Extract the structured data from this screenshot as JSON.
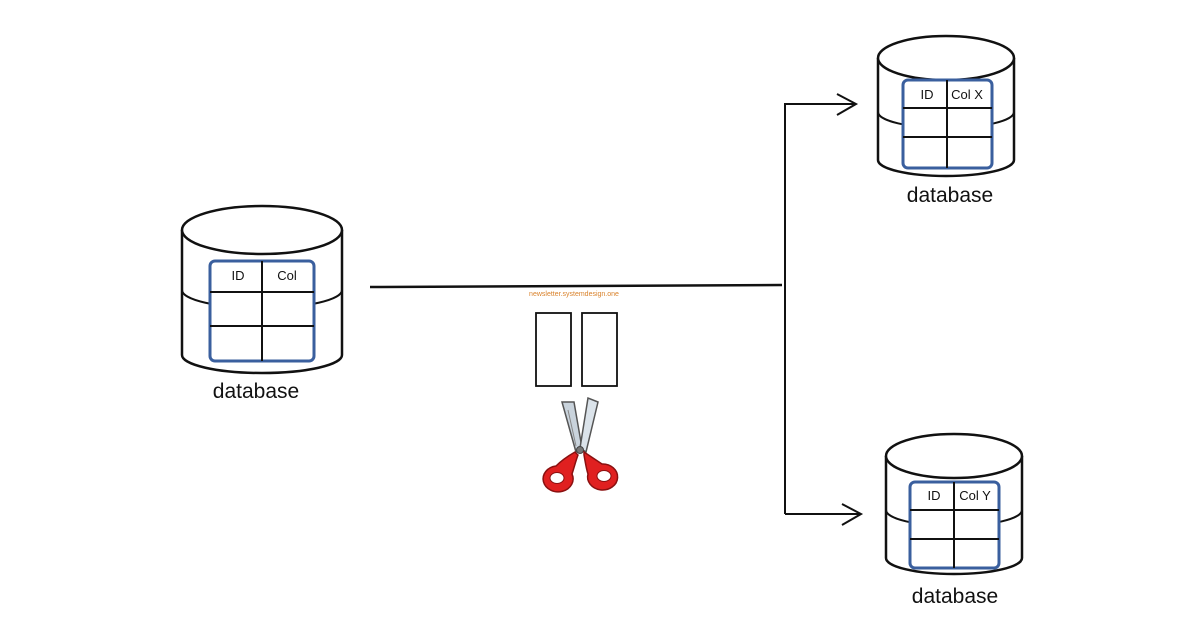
{
  "watermark": "newsletter.systemdesign.one",
  "source_db": {
    "label": "database",
    "headers": [
      "ID",
      "Col"
    ]
  },
  "target_db_top": {
    "label": "database",
    "headers": [
      "ID",
      "Col X"
    ]
  },
  "target_db_bottom": {
    "label": "database",
    "headers": [
      "ID",
      "Col Y"
    ]
  },
  "colors": {
    "stroke": "#111111",
    "table_border": "#3a5f9e",
    "scissors_handle": "#e02020",
    "watermark": "#d9822b"
  }
}
